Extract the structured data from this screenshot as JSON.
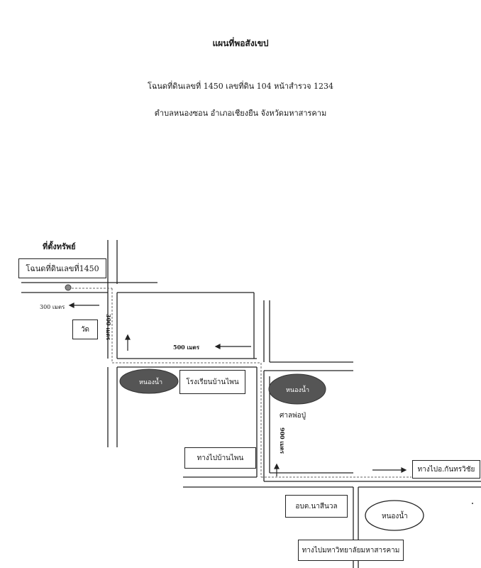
{
  "header": {
    "title": "แผนที่พอสังเขป",
    "deed_line": "โฉนดที่ดินเลขที่ 1450  เลขที่ดิน 104  หน้าสำรวจ 1234",
    "location_line": "ตำบลหนองซอน  อำเภอเชียงยืน  จังหวัดมหาสารคาม"
  },
  "map": {
    "property_heading": "ที่ตั้งทรัพย์",
    "property_box": "โฉนดที่ดินเลขที่1450",
    "temple": "วัด",
    "pond_left": "หนองน้ำ",
    "school": "โรงเรียนบ้านไพน",
    "pond_right": "หนองน้ำ",
    "shrine": "ศาลพ่อปู่",
    "to_ban_phai": "ทางไปบ้านไพน",
    "to_kantharawichai": "ทางไปอ.กันทรวิชัย",
    "tambon_office": "อบต.นาสีนวล",
    "pond_bottom": "หนองน้ำ",
    "to_university": "ทางไปมหาวิทยาลัยมหาสารคาม",
    "dist_300_horizontal": "300 เมตร",
    "dist_300_vertical": "300 เมตร",
    "dist_500": "500 เมตร",
    "dist_900": "900 เมตร"
  }
}
